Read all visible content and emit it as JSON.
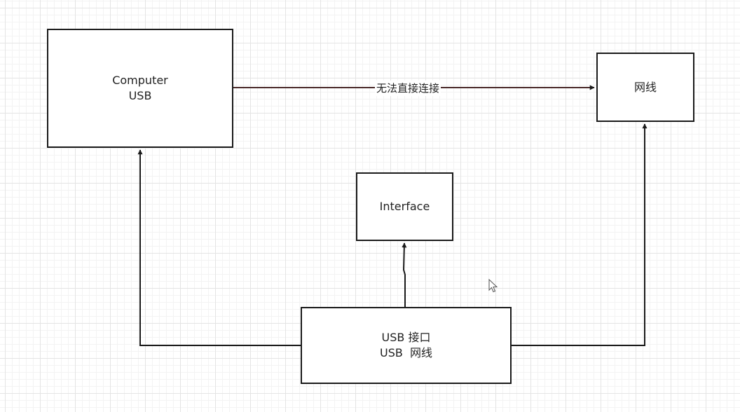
{
  "diagram": {
    "nodes": {
      "computer": {
        "lines": [
          "Computer",
          "USB"
        ]
      },
      "network": {
        "lines": [
          "网线"
        ]
      },
      "interface": {
        "lines": [
          "Interface"
        ]
      },
      "usb": {
        "lines": [
          "USB 接口",
          "USB  网线"
        ]
      }
    },
    "edges": [
      {
        "from": "computer",
        "to": "network",
        "label": "无法直接连接"
      },
      {
        "from": "usb",
        "to": "computer",
        "label": ""
      },
      {
        "from": "usb",
        "to": "interface",
        "label": ""
      },
      {
        "from": "usb",
        "to": "network",
        "label": ""
      }
    ]
  },
  "colors": {
    "line": "#1a1a1a",
    "direct_link_line": "#4a2a2a",
    "grid": "#e4e4e4"
  }
}
